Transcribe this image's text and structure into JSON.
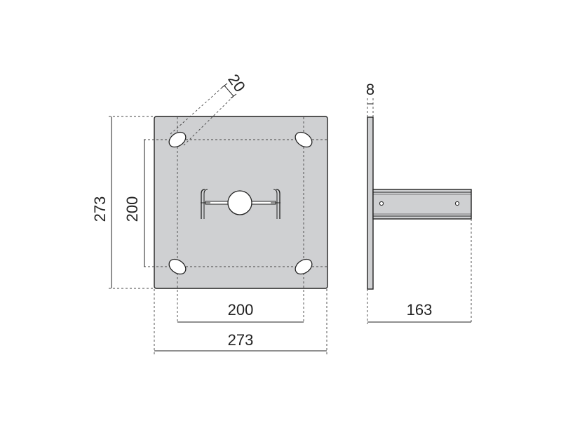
{
  "colors": {
    "plate_fill": "#cfd0d2",
    "outline": "#222222",
    "dimension": "#222222",
    "background": "#ffffff"
  },
  "dimensions": {
    "plate_width": "273",
    "plate_height": "273",
    "hole_spacing_horizontal": "200",
    "hole_spacing_vertical": "200",
    "slot_width": "20",
    "plate_thickness": "8",
    "arm_length": "163"
  }
}
